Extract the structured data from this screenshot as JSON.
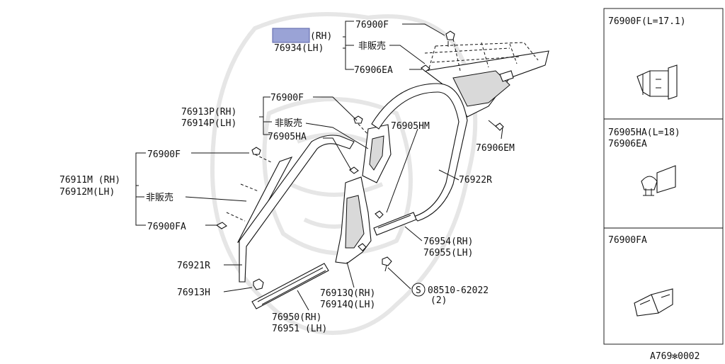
{
  "callouts": {
    "rh_upper_hidden": "(RH)",
    "lh_upper": "76934(LH)",
    "c_76900F_top": "76900F",
    "not_for_sale_top": "非販売",
    "c_76906EA": "76906EA",
    "c_76900F_mid": "76900F",
    "c_76913P": "76913P(RH)",
    "c_76914P": "76914P(LH)",
    "not_for_sale_mid": "非販売",
    "c_76905HA": "76905HA",
    "c_76905HM": "76905HM",
    "c_76906EM": "76906EM",
    "c_76922R": "76922R",
    "c_76900F_left": "76900F",
    "c_76911M": "76911M (RH)",
    "c_76912M": "76912M(LH)",
    "not_for_sale_left": "非販売",
    "c_76900FA": "76900FA",
    "c_76921R": "76921R",
    "c_76913H": "76913H",
    "c_76954": "76954(RH)",
    "c_76955": "76955(LH)",
    "c_76913Q": "76913Q(RH)",
    "c_76914Q": "76914Q(LH)",
    "c_screw_code": "08510-62022",
    "c_screw_symbol": "S",
    "c_screw_qty": "(2)",
    "c_76950": "76950(RH)",
    "c_76951": "76951 (LH)"
  },
  "detail_panels": [
    {
      "line1": "76900F(L=17.1)",
      "line2": ""
    },
    {
      "line1": "76905HA(L=18)",
      "line2": "76906EA"
    },
    {
      "line1": "76900FA",
      "line2": ""
    }
  ],
  "figure_code": "A769✻0002",
  "colors": {
    "redaction_fill": "#9aa3d6",
    "redaction_border": "#5b63a8"
  }
}
